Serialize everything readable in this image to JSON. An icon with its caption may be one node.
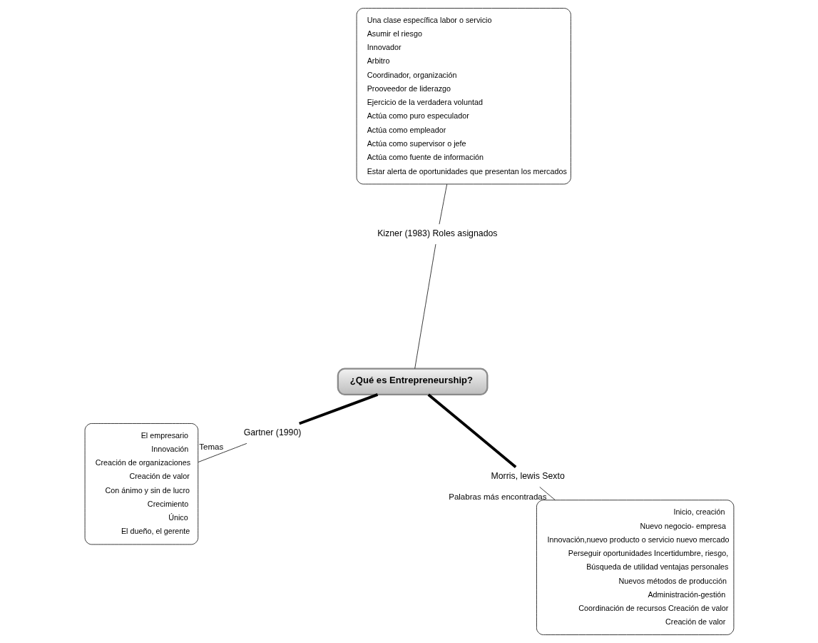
{
  "diagram": {
    "nodes": [
      {
        "text": [
          "¿Qué es Entrepreneurship?"
        ]
      },
      {
        "text": [
          "Morris, lewis Sexto"
        ]
      },
      {
        "text": [
          "Inicio, creación",
          "Nuevo negocio- empresa",
          "Innovación,nuevo producto o servicio nuevo mercado",
          "Perseguir oportunidades Incertidumbre, riesgo,",
          "Búsqueda de utilidad ventajas personales",
          "Nuevos métodos de producción",
          "Administración-gestión",
          "Coordinación de recursos Creación de valor",
          "Creación de valor"
        ]
      },
      {
        "text": [
          "Kizner (1983) Roles asignados"
        ]
      },
      {
        "text": [
          "Una clase específica labor o servicio",
          "Asumir el riesgo",
          "Innovador",
          "Arbitro",
          "Coordinador, organización",
          "Prooveedor de liderazgo",
          "Ejercicio de la verdadera voluntad",
          "Actúa como puro especulador",
          "Actúa como empleador",
          "Actúa como supervisor o jefe",
          "Actúa como fuente de información",
          "Estar alerta de oportunidades que presentan los mercados"
        ]
      },
      {
        "text": [
          "Gartner (1990)"
        ]
      },
      {
        "text": [
          "El empresario",
          "Innovación",
          "Creación de organizaciones",
          "Creación de valor",
          "Con ánimo y sin de lucro",
          "Crecimiento",
          "Único",
          "El dueño, el gerente"
        ]
      }
    ],
    "edges": [
      {
        "from": 0,
        "to": 1,
        "arrow": "none",
        "style": "thick"
      },
      {
        "from": 1,
        "to": 2,
        "arrow": "none",
        "label": "Palabras más encontradas"
      },
      {
        "from": 0,
        "to": 3,
        "arrow": "none"
      },
      {
        "from": 3,
        "to": 4,
        "arrow": "none"
      },
      {
        "from": 0,
        "to": 5,
        "arrow": "none",
        "style": "thick"
      },
      {
        "from": 5,
        "to": 6,
        "arrow": "none",
        "label": "Temas"
      }
    ]
  }
}
